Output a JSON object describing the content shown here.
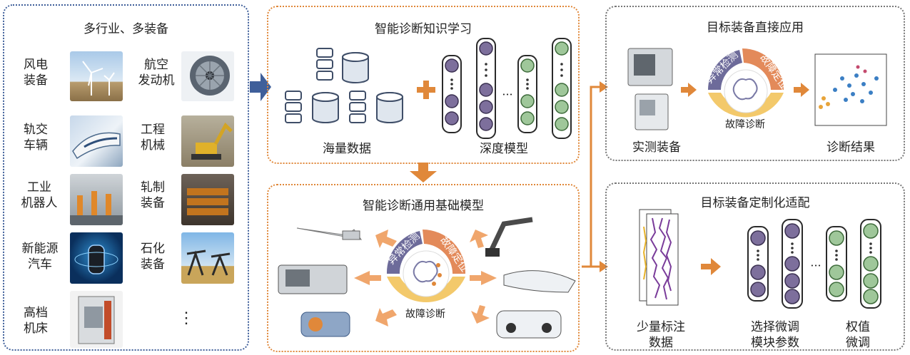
{
  "left_panel": {
    "title": "多行业、多装备",
    "items": [
      {
        "label": "风电\n装备"
      },
      {
        "label": "航空\n发动机"
      },
      {
        "label": "轨交\n车辆"
      },
      {
        "label": "工程\n机械"
      },
      {
        "label": "工业\n机器人"
      },
      {
        "label": "轧制\n装备"
      },
      {
        "label": "新能源\n汽车"
      },
      {
        "label": "石化\n装备"
      },
      {
        "label": "高档\n机床"
      }
    ],
    "ellipsis": "⋮"
  },
  "knowledge_panel": {
    "title": "智能诊断知识学习",
    "data_label": "海量数据",
    "model_label": "深度模型",
    "dots": "···"
  },
  "foundation_panel": {
    "title": "智能诊断通用基础模型",
    "cycle": [
      "异常检测",
      "故障定位",
      "故障诊断"
    ]
  },
  "direct_panel": {
    "title": "目标装备直接应用",
    "device_label": "实测装备",
    "result_label": "诊断结果",
    "cycle": [
      "异常检测",
      "故障定位",
      "故障诊断"
    ]
  },
  "custom_panel": {
    "title": "目标装备定制化适配",
    "labels": [
      "少量标注\n数据",
      "选择微调\n模块参数",
      "权值\n微调"
    ],
    "dots": "···"
  },
  "colors": {
    "blue_border": "#3f5f9a",
    "orange": "#e0883a",
    "purple_node": "#7d6f9c",
    "green_node": "#9fc79a"
  }
}
